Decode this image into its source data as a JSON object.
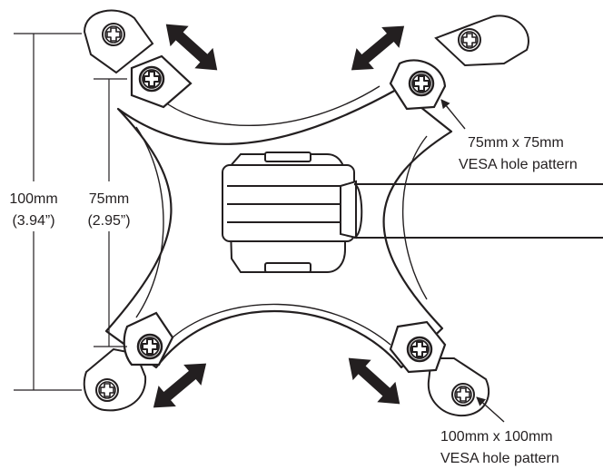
{
  "dimensions": {
    "outer_line1": "100mm",
    "outer_line2": "(3.94”)",
    "inner_line1": "75mm",
    "inner_line2": "(2.95”)"
  },
  "callouts": {
    "small_line1": "75mm x 75mm",
    "small_line2": "VESA hole pattern",
    "large_line1": "100mm x 100mm",
    "large_line2": "VESA hole pattern"
  },
  "colors": {
    "ink": "#231f20",
    "body_fill": "#ffffff",
    "pad_fill": "#ffffff"
  }
}
